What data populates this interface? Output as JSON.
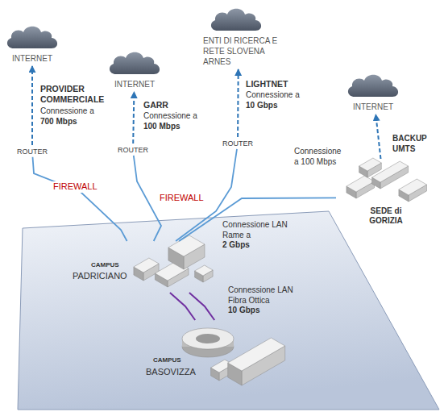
{
  "diagram": {
    "nodes": [
      {
        "text": [
          "INTERNET"
        ]
      },
      {
        "text": [
          "INTERNET"
        ]
      },
      {
        "text": [
          "ENTI DI RICERCA E RETE SLOVENA ARNES"
        ]
      },
      {
        "text": [
          "INTERNET"
        ]
      },
      {
        "text": [
          "ROUTER"
        ]
      },
      {
        "text": [
          "ROUTER"
        ]
      },
      {
        "text": [
          "ROUTER"
        ]
      },
      {
        "text": [
          "CAMPUS",
          "PADRICIANO"
        ]
      },
      {
        "text": [
          "CAMPUS",
          "BASOVIZZA"
        ]
      },
      {
        "text": [
          "SEDE di GORIZIA"
        ]
      }
    ],
    "edges": [
      {
        "from": 4,
        "to": 0,
        "arrow": "to"
      },
      {
        "from": 5,
        "to": 1,
        "arrow": "to"
      },
      {
        "from": 6,
        "to": 2,
        "arrow": "to"
      },
      {
        "from": 9,
        "to": 3,
        "arrow": "to"
      },
      {
        "from": 4,
        "to": 7,
        "arrow": "none"
      },
      {
        "from": 5,
        "to": 7,
        "arrow": "none"
      },
      {
        "from": 6,
        "to": 7,
        "arrow": "none"
      },
      {
        "from": 9,
        "to": 7,
        "arrow": "none"
      },
      {
        "from": 7,
        "to": 8,
        "arrow": "none"
      }
    ],
    "labels": [
      "PROVIDER COMMERCIALE",
      "Connessione a",
      "700 Mbps",
      "GARR",
      "Connessione a",
      "100 Mbps",
      "LIGHTNET",
      "Connessione a",
      "10 Gbps",
      "Connessione a 100 Mbps",
      "BACKUP UMTS",
      "FIREWALL",
      "FIREWALL",
      "Connessione LAN Rame a",
      "2 Gbps",
      "Connessione LAN Fibra Ottica",
      "10 Gbps"
    ]
  }
}
